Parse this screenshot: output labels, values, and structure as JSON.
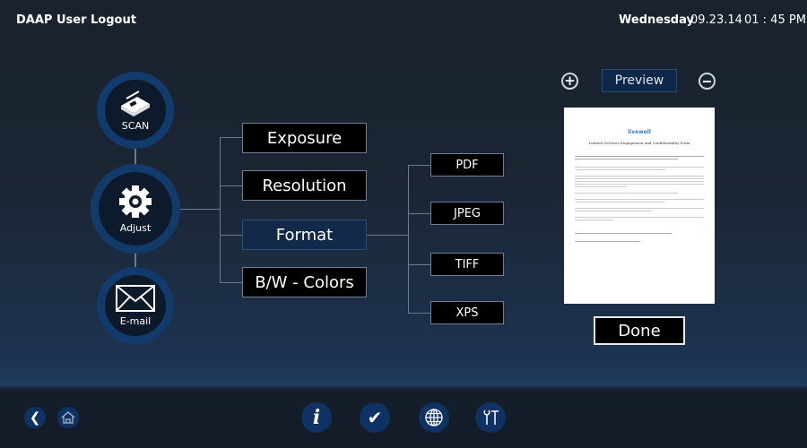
{
  "header": {
    "logout": "DAAP User Logout",
    "day": "Wednesday",
    "date": "09.23.14",
    "time": "01 : 45 PM"
  },
  "modes": [
    {
      "label": "SCAN",
      "icon": "scanner-icon"
    },
    {
      "label": "Adjust",
      "icon": "gear-icon"
    },
    {
      "label": "E-mail",
      "icon": "envelope-icon"
    }
  ],
  "adjust_options": [
    {
      "label": "Exposure"
    },
    {
      "label": "Resolution"
    },
    {
      "label": "Format",
      "selected": true
    },
    {
      "label": "B/W - Colors"
    }
  ],
  "formats": [
    {
      "label": "PDF"
    },
    {
      "label": "JPEG"
    },
    {
      "label": "TIFF"
    },
    {
      "label": "XPS"
    }
  ],
  "preview": {
    "label": "Preview",
    "done": "Done",
    "doc_logo": "livewell",
    "doc_title": "Limited Services Engagement and Confidentiality Form"
  },
  "footer": {
    "icons": [
      "back-icon",
      "home-icon",
      "info-icon",
      "check-icon",
      "globe-icon",
      "tools-icon"
    ]
  },
  "colors": {
    "accent": "#123a6b",
    "selected": "#12294a"
  }
}
